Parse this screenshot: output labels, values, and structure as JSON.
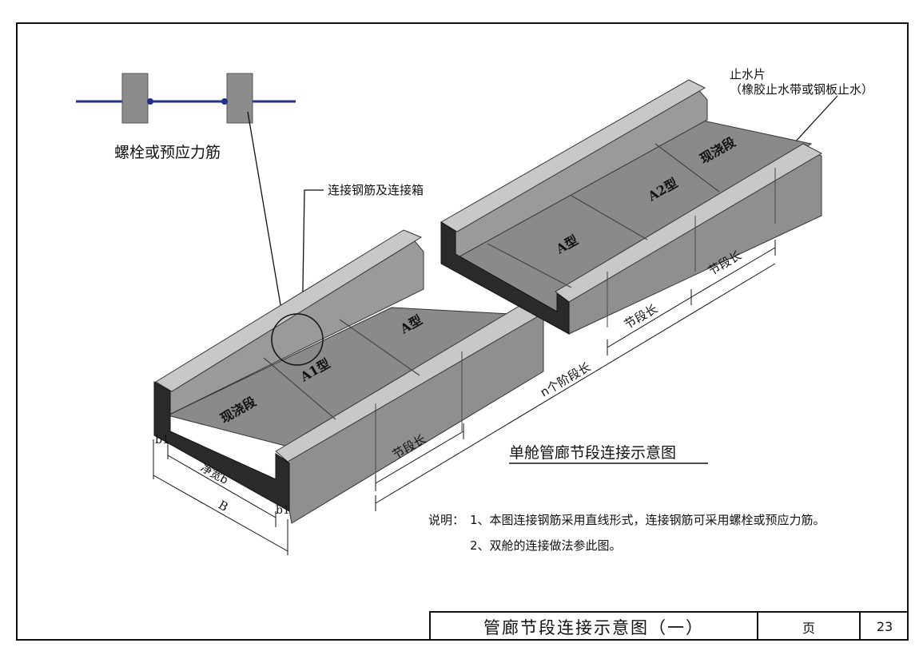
{
  "diagram": {
    "bolt_caption": "螺栓或预应力筋",
    "connector_caption": "连接钢筋及连接箱",
    "waterstop_caption_1": "止水片",
    "waterstop_caption_2": "（橡胶止水带或钢板止水）",
    "segments_left": [
      "现浇段",
      "A1型",
      "A型"
    ],
    "segments_right": [
      "A型",
      "A2型",
      "现浇段"
    ],
    "dim_segment_length": "节段长",
    "dim_n_stage_length": "n个阶段长",
    "dim_b1": "b1",
    "dim_clear_width": "净宽b",
    "dim_total_width": "B",
    "drawing_title": "单舱管廊节段连接示意图",
    "notes_prefix": "说明：",
    "notes": [
      "1、本图连接钢筋采用直线形式，连接钢筋可采用螺栓或预应力筋。",
      "2、双舱的连接做法参此图。"
    ]
  },
  "title_block": {
    "drawing_name": "管廊节段连接示意图（一）",
    "page_label": "页",
    "page_number": "23"
  }
}
